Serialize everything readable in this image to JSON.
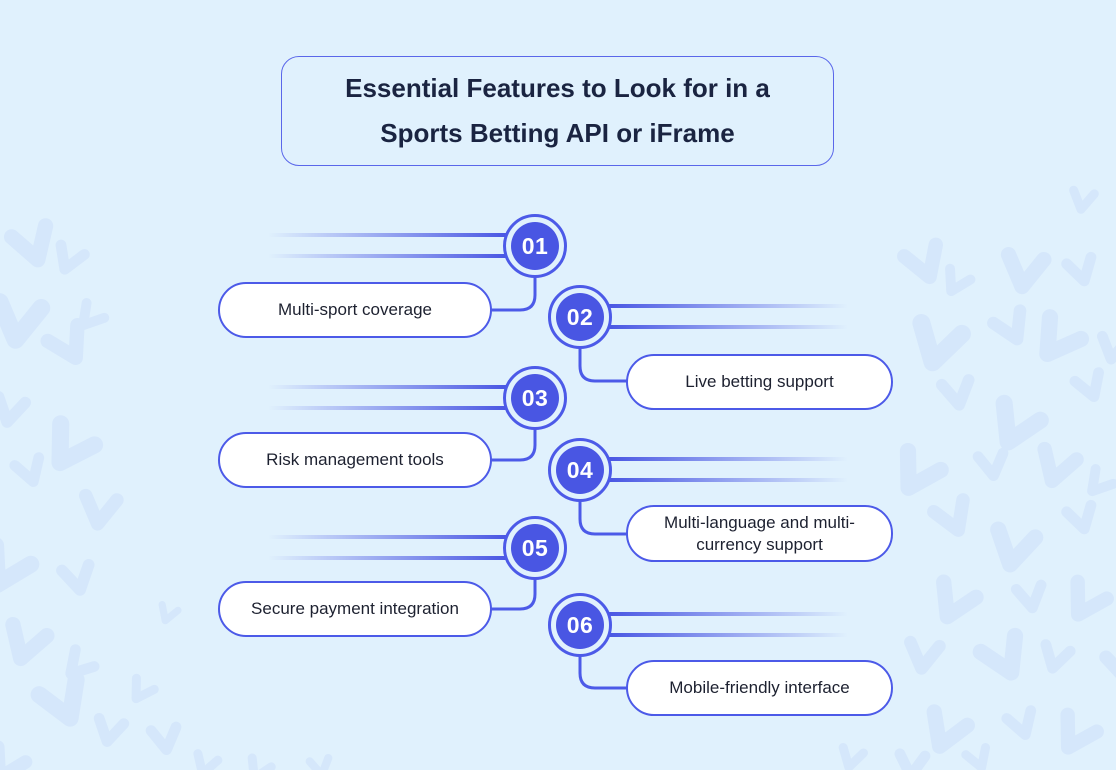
{
  "title": {
    "text": "Essential Features to Look for in a Sports Betting API or iFrame"
  },
  "items": [
    {
      "number": "01",
      "label": "Multi-sport coverage",
      "side": "left"
    },
    {
      "number": "02",
      "label": "Live betting support",
      "side": "right"
    },
    {
      "number": "03",
      "label": "Risk management tools",
      "side": "left"
    },
    {
      "number": "04",
      "label": "Multi-language and multi-currency support",
      "side": "right"
    },
    {
      "number": "05",
      "label": "Secure payment integration",
      "side": "left"
    },
    {
      "number": "06",
      "label": "Mobile-friendly interface",
      "side": "right"
    }
  ],
  "colors": {
    "accent": "#4956e3",
    "accent-border": "#4c5ae8",
    "background": "#e0f1fd",
    "pattern": "#d5e7fb",
    "pill_bg": "#ffffff",
    "title_text": "#1a2441",
    "pill_text": "#1d2130"
  }
}
